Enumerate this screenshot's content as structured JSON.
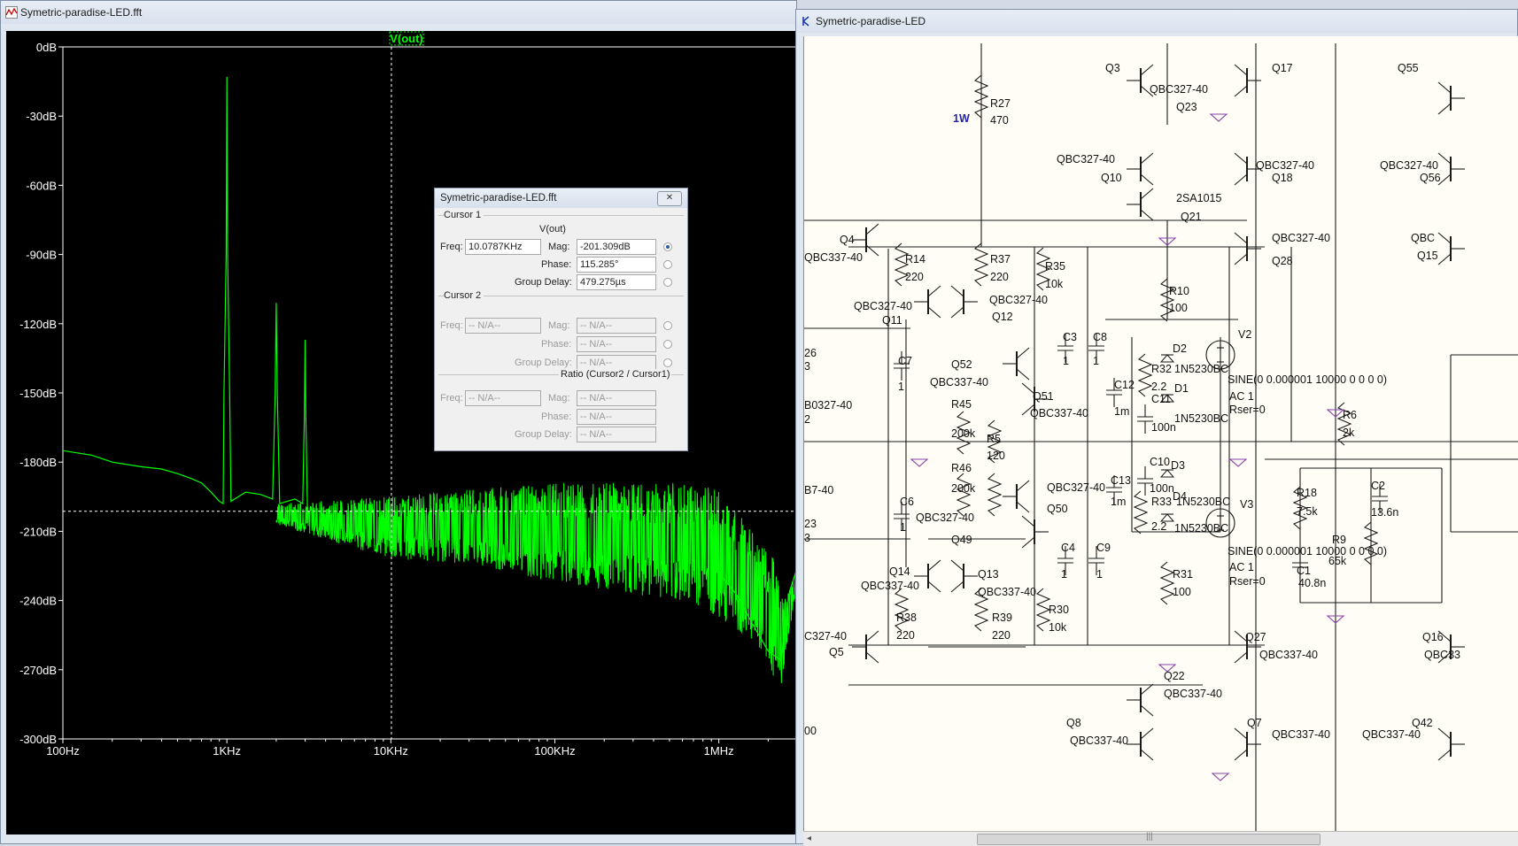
{
  "plot_window": {
    "title": "Symetric-paradise-LED.fft",
    "trace_label": "V(out)"
  },
  "schematic_window": {
    "title": "Symetric-paradise-LED",
    "labels": [
      "Q3",
      "QBC327-40",
      "Q23",
      "Q17",
      "Q55",
      "R27",
      "470",
      "1W",
      "QBC327-40",
      "Q10",
      "2SA1015",
      "Q21",
      "QBC327-40",
      "Q18",
      "QBC327-40",
      "Q56",
      "Q4",
      "QBC337-40",
      "R14",
      "220",
      "R37",
      "220",
      "R35",
      "10k",
      "QBC327-40",
      "Q28",
      "QBC",
      "Q15",
      "R10",
      "100",
      "QBC327-40",
      "Q11",
      "QBC327-40",
      "Q12",
      "26",
      "3",
      "C7",
      "1",
      "C3",
      "1",
      "C8",
      "1",
      "V2",
      "D2",
      "R32",
      "2.2",
      "D1",
      "Q52",
      "QBC337-40",
      "C12",
      "1m",
      "C11",
      "100n",
      "1N5230BC",
      "1N5230BC",
      "SINE(0 0.000001 10000 0 0 0 0)",
      "AC 1",
      "Rser=0",
      "Q51",
      "QBC337-40",
      "R45",
      "200k",
      "R5",
      "120",
      "R6",
      "2k",
      "R46",
      "200k",
      "C10",
      "100n",
      "D3",
      "C13",
      "1m",
      "R33",
      "2.2",
      "1N5230BC",
      "D4",
      "QBC327-40",
      "Q50",
      "V3",
      "1N5230BC",
      "C6",
      "1",
      "QBC327-40",
      "Q49",
      "R18",
      "7.5k",
      "C2",
      "13.6n",
      "R9",
      "65k",
      "C4",
      "1",
      "C9",
      "1",
      "Q14",
      "QBC337-40",
      "Q13",
      "QBC337-40",
      "R31",
      "100",
      "C1",
      "40.8n",
      "SINE(0 0.000001 10000 0 0 0 0)",
      "AC 1",
      "Rser=0",
      "R38",
      "220",
      "R39",
      "220",
      "R30",
      "10k",
      "Q27",
      "QBC337-40",
      "Q16",
      "QBC33",
      "Q5",
      "C327-40",
      "Q22",
      "QBC337-40",
      "Q8",
      "QBC337-40",
      "Q7",
      "QBC337-40",
      "Q42",
      "QBC337-40",
      "B0327-40",
      "2",
      "B7-40",
      "23",
      "3",
      "00"
    ]
  },
  "cursor_dialog": {
    "title": "Symetric-paradise-LED.fft",
    "close_icon": "close-icon",
    "cursor1": {
      "group_label": "Cursor 1",
      "trace": "V(out)",
      "freq_label": "Freq:",
      "freq_value": "10.0787KHz",
      "mag_label": "Mag:",
      "mag_value": "-201.309dB",
      "phase_label": "Phase:",
      "phase_value": "115.285°",
      "group_delay_label": "Group Delay:",
      "group_delay_value": "479.275µs"
    },
    "cursor2": {
      "group_label": "Cursor 2",
      "freq_label": "Freq:",
      "freq_value": "-- N/A--",
      "mag_label": "Mag:",
      "mag_value": "-- N/A--",
      "phase_label": "Phase:",
      "phase_value": "-- N/A--",
      "group_delay_label": "Group Delay:",
      "group_delay_value": "-- N/A--"
    },
    "ratio": {
      "group_label": "Ratio (Cursor2 / Cursor1)",
      "freq_label": "Freq:",
      "freq_value": "-- N/A--",
      "mag_label": "Mag:",
      "mag_value": "-- N/A--",
      "phase_label": "Phase:",
      "phase_value": "-- N/A--",
      "group_delay_label": "Group Delay:",
      "group_delay_value": "-- N/A--"
    }
  },
  "chart_data": {
    "type": "line",
    "title": "V(out)",
    "xlabel": "",
    "ylabel": "",
    "x_scale": "log",
    "xlim": [
      100,
      3000000
    ],
    "ylim": [
      -300,
      0
    ],
    "x_ticks": [
      "100Hz",
      "1KHz",
      "10KHz",
      "100KHz",
      "1MHz"
    ],
    "x_tick_values": [
      100,
      1000,
      10000,
      100000,
      1000000
    ],
    "y_ticks": [
      "0dB",
      "-30dB",
      "-60dB",
      "-90dB",
      "-120dB",
      "-150dB",
      "-180dB",
      "-210dB",
      "-240dB",
      "-270dB",
      "-300dB"
    ],
    "y_tick_values": [
      0,
      -30,
      -60,
      -90,
      -120,
      -150,
      -180,
      -210,
      -240,
      -270,
      -300
    ],
    "series": [
      {
        "name": "V(out)",
        "color": "#00ff00",
        "points": [
          [
            100,
            -175
          ],
          [
            150,
            -177
          ],
          [
            200,
            -180
          ],
          [
            300,
            -182
          ],
          [
            400,
            -183
          ],
          [
            500,
            -185
          ],
          [
            600,
            -187
          ],
          [
            700,
            -189
          ],
          [
            800,
            -193
          ],
          [
            900,
            -197
          ],
          [
            950,
            -198
          ],
          [
            960,
            -150
          ],
          [
            990,
            -90
          ],
          [
            1000,
            -13
          ],
          [
            1010,
            -90
          ],
          [
            1040,
            -150
          ],
          [
            1060,
            -197
          ],
          [
            1300,
            -193
          ],
          [
            1600,
            -194
          ],
          [
            1900,
            -196
          ],
          [
            1970,
            -150
          ],
          [
            2000,
            -111
          ],
          [
            2030,
            -150
          ],
          [
            2100,
            -198
          ],
          [
            2600,
            -196
          ],
          [
            2900,
            -198
          ],
          [
            2970,
            -160
          ],
          [
            3000,
            -127
          ],
          [
            3030,
            -160
          ],
          [
            3100,
            -200
          ],
          [
            4000,
            -202
          ],
          [
            6000,
            -203
          ],
          [
            10000,
            -205
          ],
          [
            20000,
            -207
          ],
          [
            50000,
            -208
          ],
          [
            100000,
            -210
          ],
          [
            200000,
            -213
          ],
          [
            400000,
            -217
          ],
          [
            700000,
            -222
          ],
          [
            1000000,
            -228
          ],
          [
            1300000,
            -238
          ],
          [
            1600000,
            -250
          ],
          [
            2000000,
            -262
          ],
          [
            2400000,
            -266
          ],
          [
            2700000,
            -236
          ],
          [
            3000000,
            -226
          ]
        ],
        "noise_band_low": [
          [
            2000,
            -207
          ],
          [
            10000,
            -222
          ],
          [
            30000,
            -224
          ],
          [
            100000,
            -232
          ],
          [
            300000,
            -237
          ],
          [
            700000,
            -242
          ],
          [
            1000000,
            -247
          ],
          [
            1500000,
            -257
          ],
          [
            2000000,
            -272
          ],
          [
            2400000,
            -278
          ],
          [
            3000000,
            -232
          ]
        ],
        "noise_band_high": [
          [
            2000,
            -198
          ],
          [
            10000,
            -195
          ],
          [
            30000,
            -192
          ],
          [
            100000,
            -189
          ],
          [
            300000,
            -189
          ],
          [
            700000,
            -189
          ],
          [
            1000000,
            -190
          ],
          [
            1300000,
            -200
          ],
          [
            1700000,
            -212
          ],
          [
            2200000,
            -222
          ],
          [
            2500000,
            -240
          ],
          [
            3000000,
            -226
          ]
        ]
      }
    ],
    "cursor": {
      "freq": 10078.7,
      "mag_db": -201.309
    },
    "grid": false,
    "background": "#000000"
  }
}
